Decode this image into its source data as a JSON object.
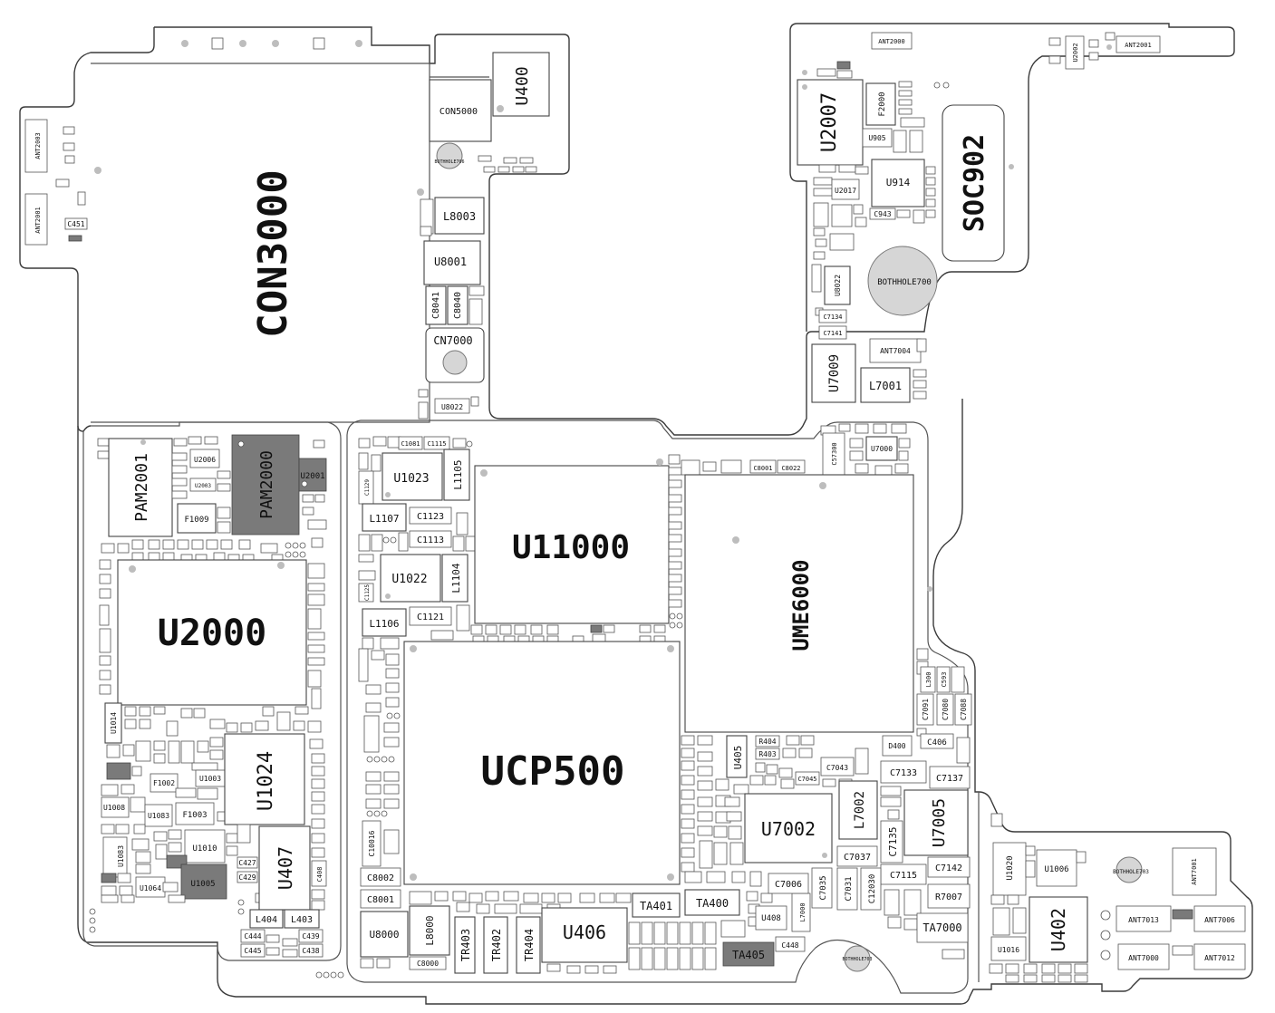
{
  "big_labels": {
    "con3000": "CON3000",
    "u2000": "U2000",
    "u11000": "U11000",
    "ucp500": "UCP500",
    "ume6000": "UME6000",
    "soc902": "SOC902"
  },
  "medium_labels": {
    "pam2001": "PAM2001",
    "pam2000": "PAM2000",
    "u1024": "U1024",
    "u407": "U407",
    "u7002": "U7002",
    "u7005": "U7005",
    "u406": "U406",
    "u402": "U402",
    "u2007": "U2007",
    "u400": "U400",
    "u7009": "U7009",
    "l7002": "L7002"
  },
  "labels": {
    "ant2003": "ANT2003",
    "ant2001": "ANT2001",
    "c451": "C451",
    "con5000": "CON5000",
    "bothhole706": "BOTHHOLE706",
    "l8003": "L8003",
    "u8001": "U8001",
    "c8041": "C8041",
    "c8040": "C8040",
    "cn7000": "CN7000",
    "u8022": "U8022",
    "ant2000": "ANT2000",
    "ant2001b": "ANT2001",
    "u2002": "U2002",
    "f2000": "F2000",
    "u905": "U905",
    "u914": "U914",
    "c943": "C943",
    "u2017": "U2017",
    "u8022b": "U8022",
    "bothhole700": "BOTHHOLE700",
    "c7134": "C7134",
    "c7141": "C7141",
    "ant7004": "ANT7004",
    "l7001": "L7001",
    "c57300": "C57300",
    "u7000": "U7000",
    "c8001": "C8001",
    "c8022": "C8022",
    "u2006": "U2006",
    "u2003": "U2003",
    "f1009": "F1009",
    "u2001": "U2001",
    "c1081": "C1081",
    "c1115": "C1115",
    "u1023": "U1023",
    "l1105": "L1105",
    "l1107": "L1107",
    "c1123": "C1123",
    "c1113": "C1113",
    "u1022": "U1022",
    "l1104": "L1104",
    "l1106": "L1106",
    "c1121": "C1121",
    "c1129": "C1129",
    "c1125": "C1125",
    "u1014": "U1014",
    "f1002": "F1002",
    "u1003": "U1003",
    "u1008": "U1008",
    "u1083": "U1083",
    "f1003": "F1003",
    "u1010": "U1010",
    "u1005": "U1005",
    "u1064": "U1064",
    "c427": "C427",
    "c429": "C429",
    "c408": "C408",
    "l404": "L404",
    "l403": "L403",
    "c444": "C444",
    "c445": "C445",
    "c439": "C439",
    "c438": "C438",
    "c10016": "C10016",
    "c8002": "C8002",
    "c8001b": "C8001",
    "u8000": "U8000",
    "l8000": "L8000",
    "c8000": "C8000",
    "tr403": "TR403",
    "tr402": "TR402",
    "tr404": "TR404",
    "ta401": "TA401",
    "ta400": "TA400",
    "ta405": "TA405",
    "c448": "C448",
    "u408": "U408",
    "l7000": "L7000",
    "c7006": "C7006",
    "c7035": "C7035",
    "c7031": "C7031",
    "c12030": "C12030",
    "bothhole703": "BOTHHOLE703",
    "c7115": "C7115",
    "c7142": "C7142",
    "r7007": "R7007",
    "ta7000": "TA7000",
    "c7037": "C7037",
    "c7135": "C7135",
    "c7133": "C7133",
    "c7137": "C7137",
    "c7043": "C7043",
    "c7045": "C7045",
    "r404": "R404",
    "r403": "R403",
    "u405": "U405",
    "d400": "D400",
    "c406": "C406",
    "c7091": "C7091",
    "c7080": "C7080",
    "c7088": "C7088",
    "l300": "L300",
    "c593": "C593",
    "u1020": "U1020",
    "u1006": "U1006",
    "u1016": "U1016",
    "bothhole703b": "BOTHHOLE703",
    "ant7001": "ANT7001",
    "ant7013": "ANT7013",
    "ant7006": "ANT7006",
    "ant7000": "ANT7000",
    "ant7012": "ANT7012"
  }
}
